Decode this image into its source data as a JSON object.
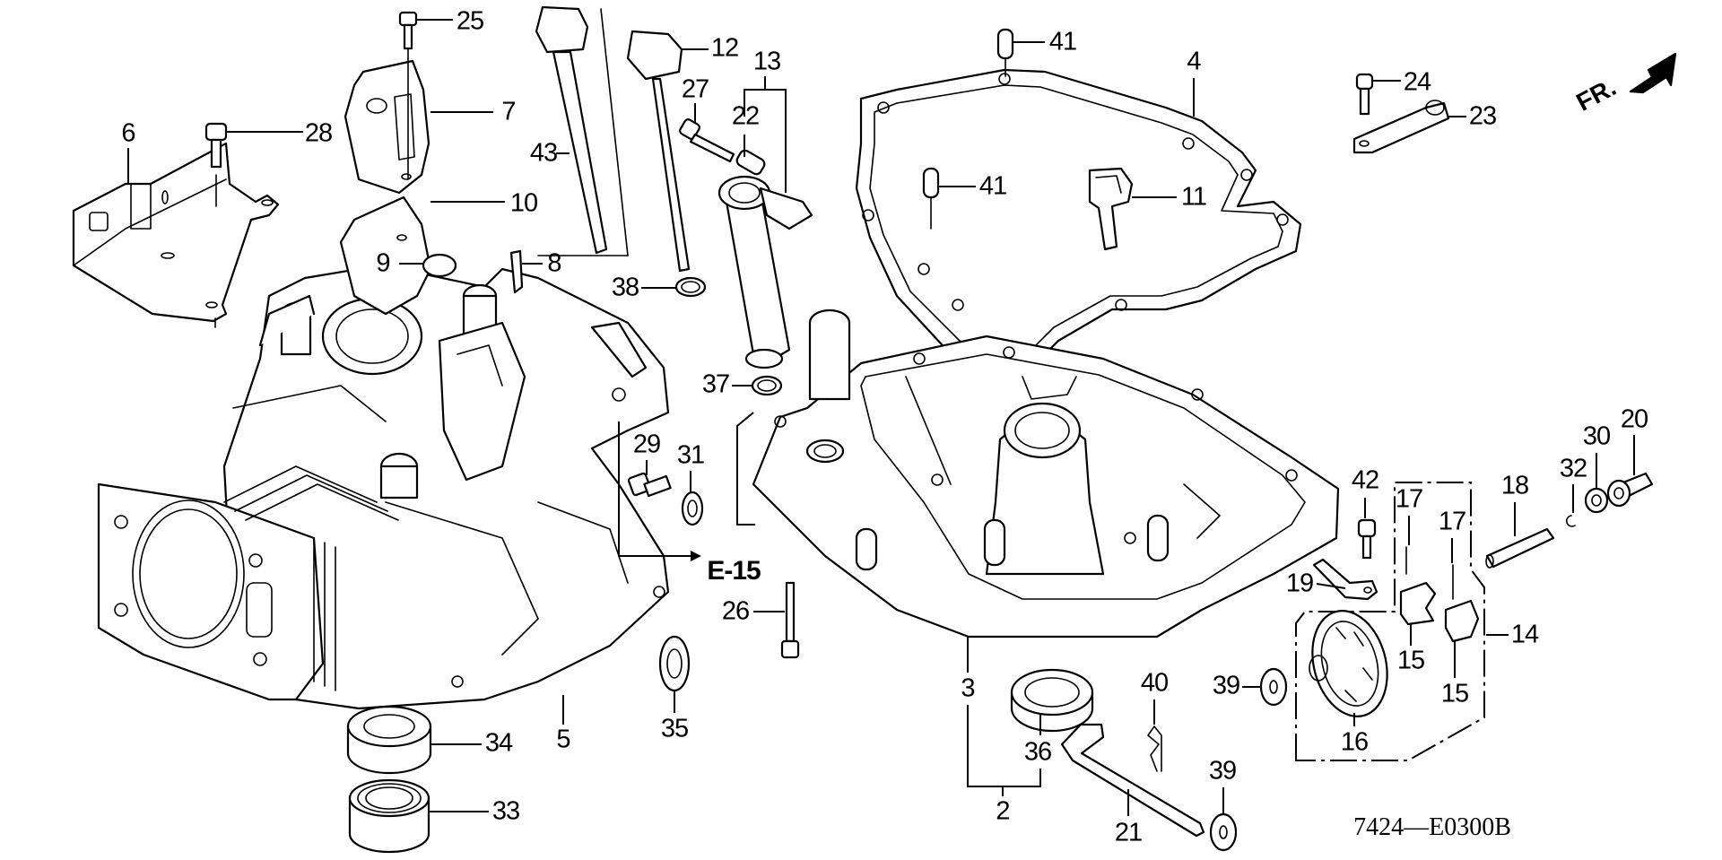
{
  "diagram": {
    "type": "exploded-parts-diagram",
    "subject": "Engine crankcase / cylinder block and crankcase cover assembly",
    "diagram_code": "7424—E0300B",
    "reference_label": "E-15",
    "direction_label": "FR.",
    "direction_icon": "front-arrow-icon"
  },
  "callouts": [
    {
      "id": "c2",
      "text": "2",
      "part": "crankcase cover assembly"
    },
    {
      "id": "c3",
      "text": "3",
      "part": "crankcase cover"
    },
    {
      "id": "c4",
      "text": "4",
      "part": "crankcase cover gasket"
    },
    {
      "id": "c5",
      "text": "5",
      "part": "cylinder block / crankcase"
    },
    {
      "id": "c6",
      "text": "6",
      "part": "mounting bracket"
    },
    {
      "id": "c7",
      "text": "7",
      "part": "breather cover"
    },
    {
      "id": "c8",
      "text": "8",
      "part": "clip"
    },
    {
      "id": "c9",
      "text": "9",
      "part": "plug cap"
    },
    {
      "id": "c10",
      "text": "10",
      "part": "breather gasket"
    },
    {
      "id": "c11",
      "text": "11",
      "part": "oil level switch bracket"
    },
    {
      "id": "c12",
      "text": "12",
      "part": "oil filler cap / dipstick"
    },
    {
      "id": "c13",
      "text": "13",
      "part": "oil filler tube assembly"
    },
    {
      "id": "c14",
      "text": "14",
      "part": "governor assembly"
    },
    {
      "id": "c15a",
      "text": "15",
      "part": "governor weight"
    },
    {
      "id": "c15b",
      "text": "15",
      "part": "governor weight"
    },
    {
      "id": "c16",
      "text": "16",
      "part": "governor gear"
    },
    {
      "id": "c17a",
      "text": "17",
      "part": "weight pin"
    },
    {
      "id": "c17b",
      "text": "17",
      "part": "weight pin"
    },
    {
      "id": "c18",
      "text": "18",
      "part": "governor holder shaft"
    },
    {
      "id": "c19",
      "text": "19",
      "part": "holder plate"
    },
    {
      "id": "c20",
      "text": "20",
      "part": "governor slider"
    },
    {
      "id": "c21",
      "text": "21",
      "part": "governor arm shaft"
    },
    {
      "id": "c22",
      "text": "22",
      "part": "collar"
    },
    {
      "id": "c23",
      "text": "23",
      "part": "lever"
    },
    {
      "id": "c24",
      "text": "24",
      "part": "bolt"
    },
    {
      "id": "c25",
      "text": "25",
      "part": "bolt"
    },
    {
      "id": "c26",
      "text": "26",
      "part": "flange bolt"
    },
    {
      "id": "c27",
      "text": "27",
      "part": "bolt"
    },
    {
      "id": "c28",
      "text": "28",
      "part": "bolt"
    },
    {
      "id": "c29",
      "text": "29",
      "part": "drain plug"
    },
    {
      "id": "c30",
      "text": "30",
      "part": "washer"
    },
    {
      "id": "c31",
      "text": "31",
      "part": "drain plug washer"
    },
    {
      "id": "c32",
      "text": "32",
      "part": "clip"
    },
    {
      "id": "c33",
      "text": "33",
      "part": "ball bearing"
    },
    {
      "id": "c34",
      "text": "34",
      "part": "oil seal"
    },
    {
      "id": "c35",
      "text": "35",
      "part": "bearing"
    },
    {
      "id": "c36",
      "text": "36",
      "part": "oil seal"
    },
    {
      "id": "c37",
      "text": "37",
      "part": "O-ring"
    },
    {
      "id": "c38",
      "text": "38",
      "part": "O-ring"
    },
    {
      "id": "c39a",
      "text": "39",
      "part": "washer"
    },
    {
      "id": "c39b",
      "text": "39",
      "part": "washer"
    },
    {
      "id": "c40",
      "text": "40",
      "part": "pin clip"
    },
    {
      "id": "c41a",
      "text": "41",
      "part": "dowel pin"
    },
    {
      "id": "c41b",
      "text": "41",
      "part": "dowel pin"
    },
    {
      "id": "c42",
      "text": "42",
      "part": "flange bolt"
    },
    {
      "id": "c43",
      "text": "43",
      "part": "dipstick"
    }
  ]
}
